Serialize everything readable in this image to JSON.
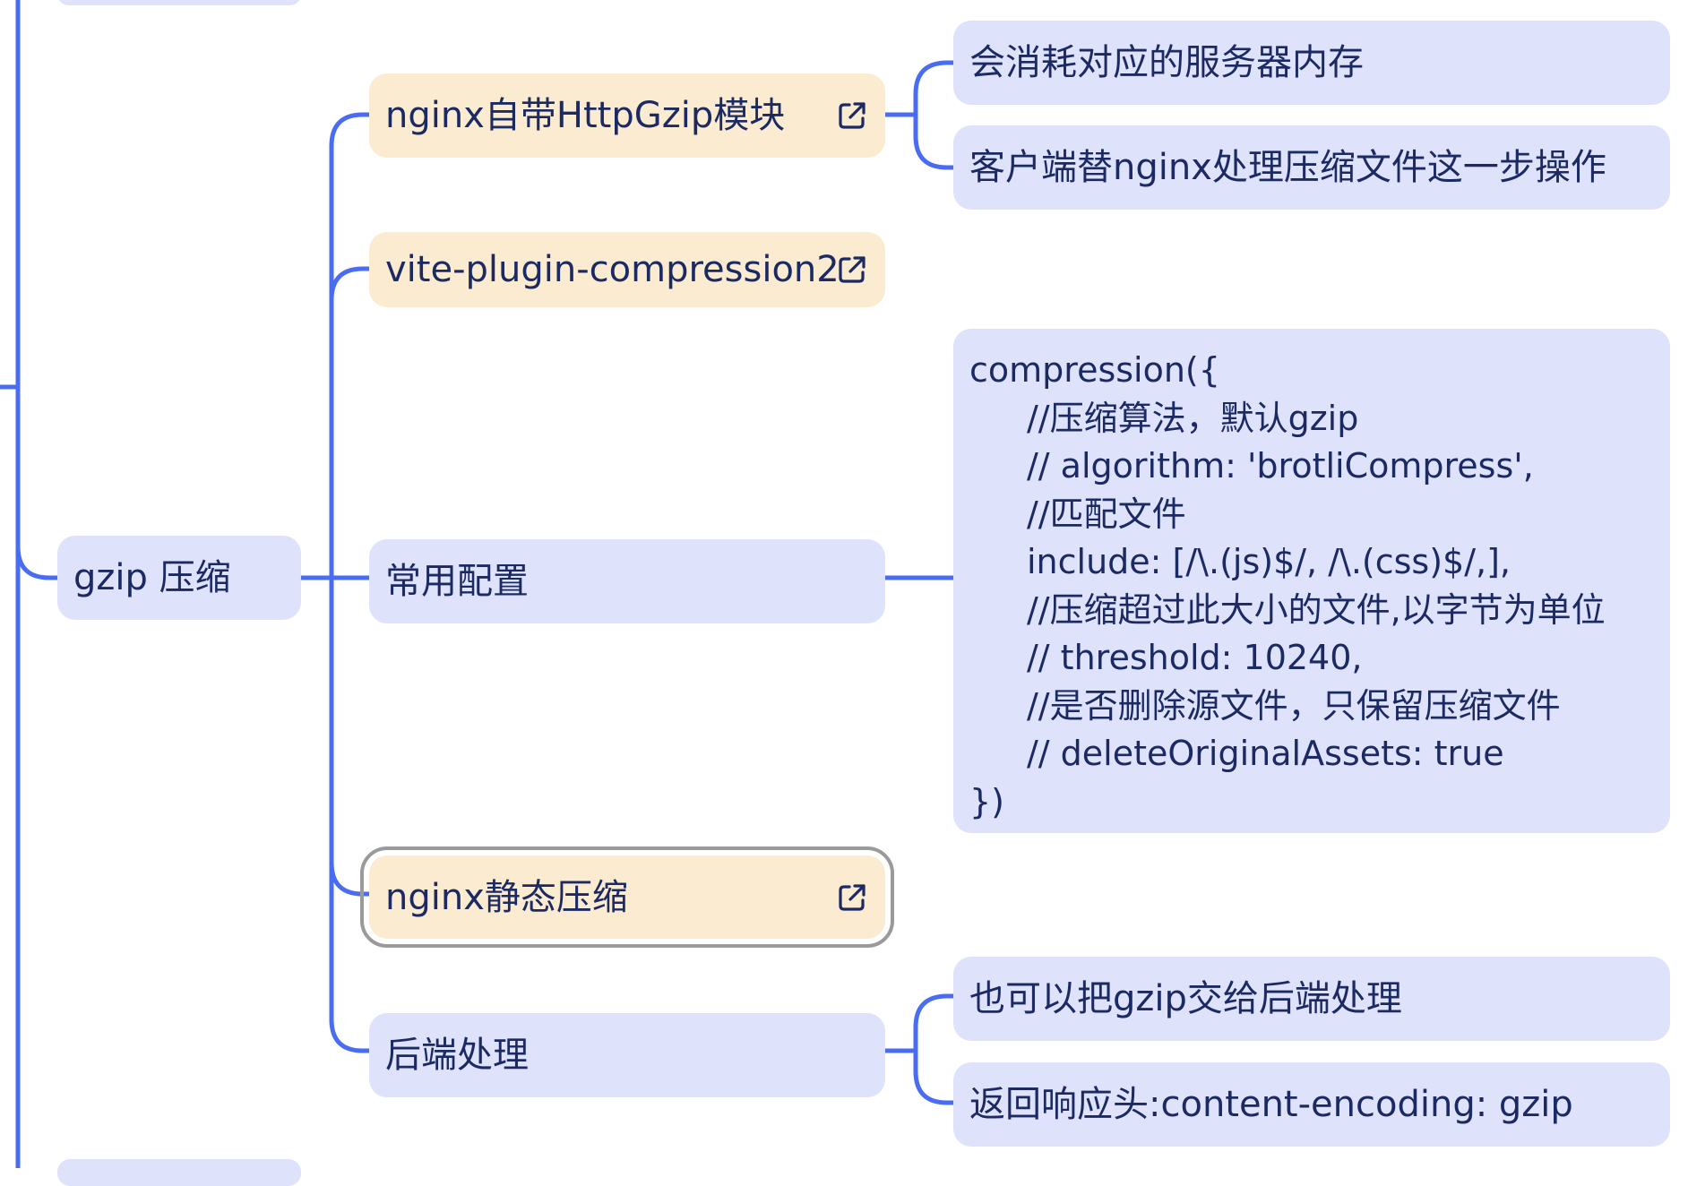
{
  "root_node": {
    "label": "gzip 压缩"
  },
  "children": [
    {
      "label": "nginx自带HttpGzip模块",
      "has_link": true,
      "link_icon": "external-link-icon",
      "notes": [
        "会消耗对应的服务器内存",
        "客户端替nginx处理压缩文件这一步操作"
      ]
    },
    {
      "label": "vite-plugin-compression2",
      "has_link": true,
      "link_icon": "external-link-icon"
    },
    {
      "label": "常用配置",
      "code": [
        "compression({",
        "//压缩算法，默认gzip",
        "// algorithm: 'brotliCompress',",
        "//匹配文件",
        "include: [/\\.(js)$/, /\\.(css)$/,],",
        "//压缩超过此大小的文件,以字节为单位",
        "// threshold: 10240,",
        "//是否删除源文件，只保留压缩文件",
        "// deleteOriginalAssets: true",
        "})"
      ]
    },
    {
      "label": "nginx静态压缩",
      "has_link": true,
      "link_icon": "external-link-icon",
      "selected": true
    },
    {
      "label": "后端处理",
      "notes": [
        "也可以把gzip交给后端处理",
        "返回响应头:content-encoding: gzip"
      ]
    }
  ],
  "colors": {
    "connector": "#4a6cf0",
    "node_blue": "#dfe2fb",
    "node_peach": "#fbebd1",
    "text": "#1b2a63",
    "selection_outline": "#9a9a9a"
  }
}
